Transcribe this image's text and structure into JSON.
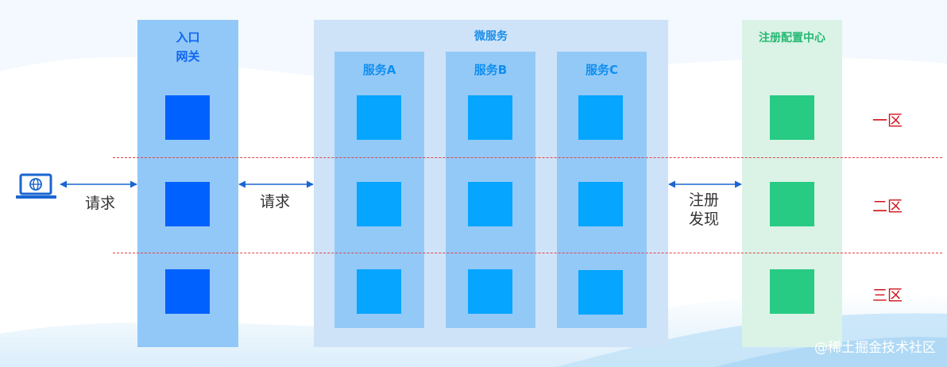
{
  "gateway": {
    "title_line1": "入口",
    "title_line2": "网关"
  },
  "microservices": {
    "title": "微服务",
    "services": [
      {
        "name": "服务A"
      },
      {
        "name": "服务B"
      },
      {
        "name": "服务C"
      }
    ]
  },
  "registry": {
    "title": "注册配置中心"
  },
  "arrows": {
    "client_to_gateway": "请求",
    "gateway_to_services": "请求",
    "services_to_registry_line1": "注册",
    "services_to_registry_line2": "发现"
  },
  "zones": [
    "一区",
    "二区",
    "三区"
  ],
  "watermark": "@稀土掘金技术社区",
  "colors": {
    "gateway_bg": "#92c8f7",
    "gateway_node": "#0061fe",
    "micro_bg": "#cfe3f8",
    "service_bg": "#93c9f7",
    "service_node": "#06a5ff",
    "registry_bg": "#daf3e6",
    "registry_node": "#28cb84",
    "zone_text": "#d0121b",
    "divider": "#e0444c",
    "arrow": "#1a66d0"
  },
  "icons": {
    "client": "laptop-globe-icon"
  }
}
